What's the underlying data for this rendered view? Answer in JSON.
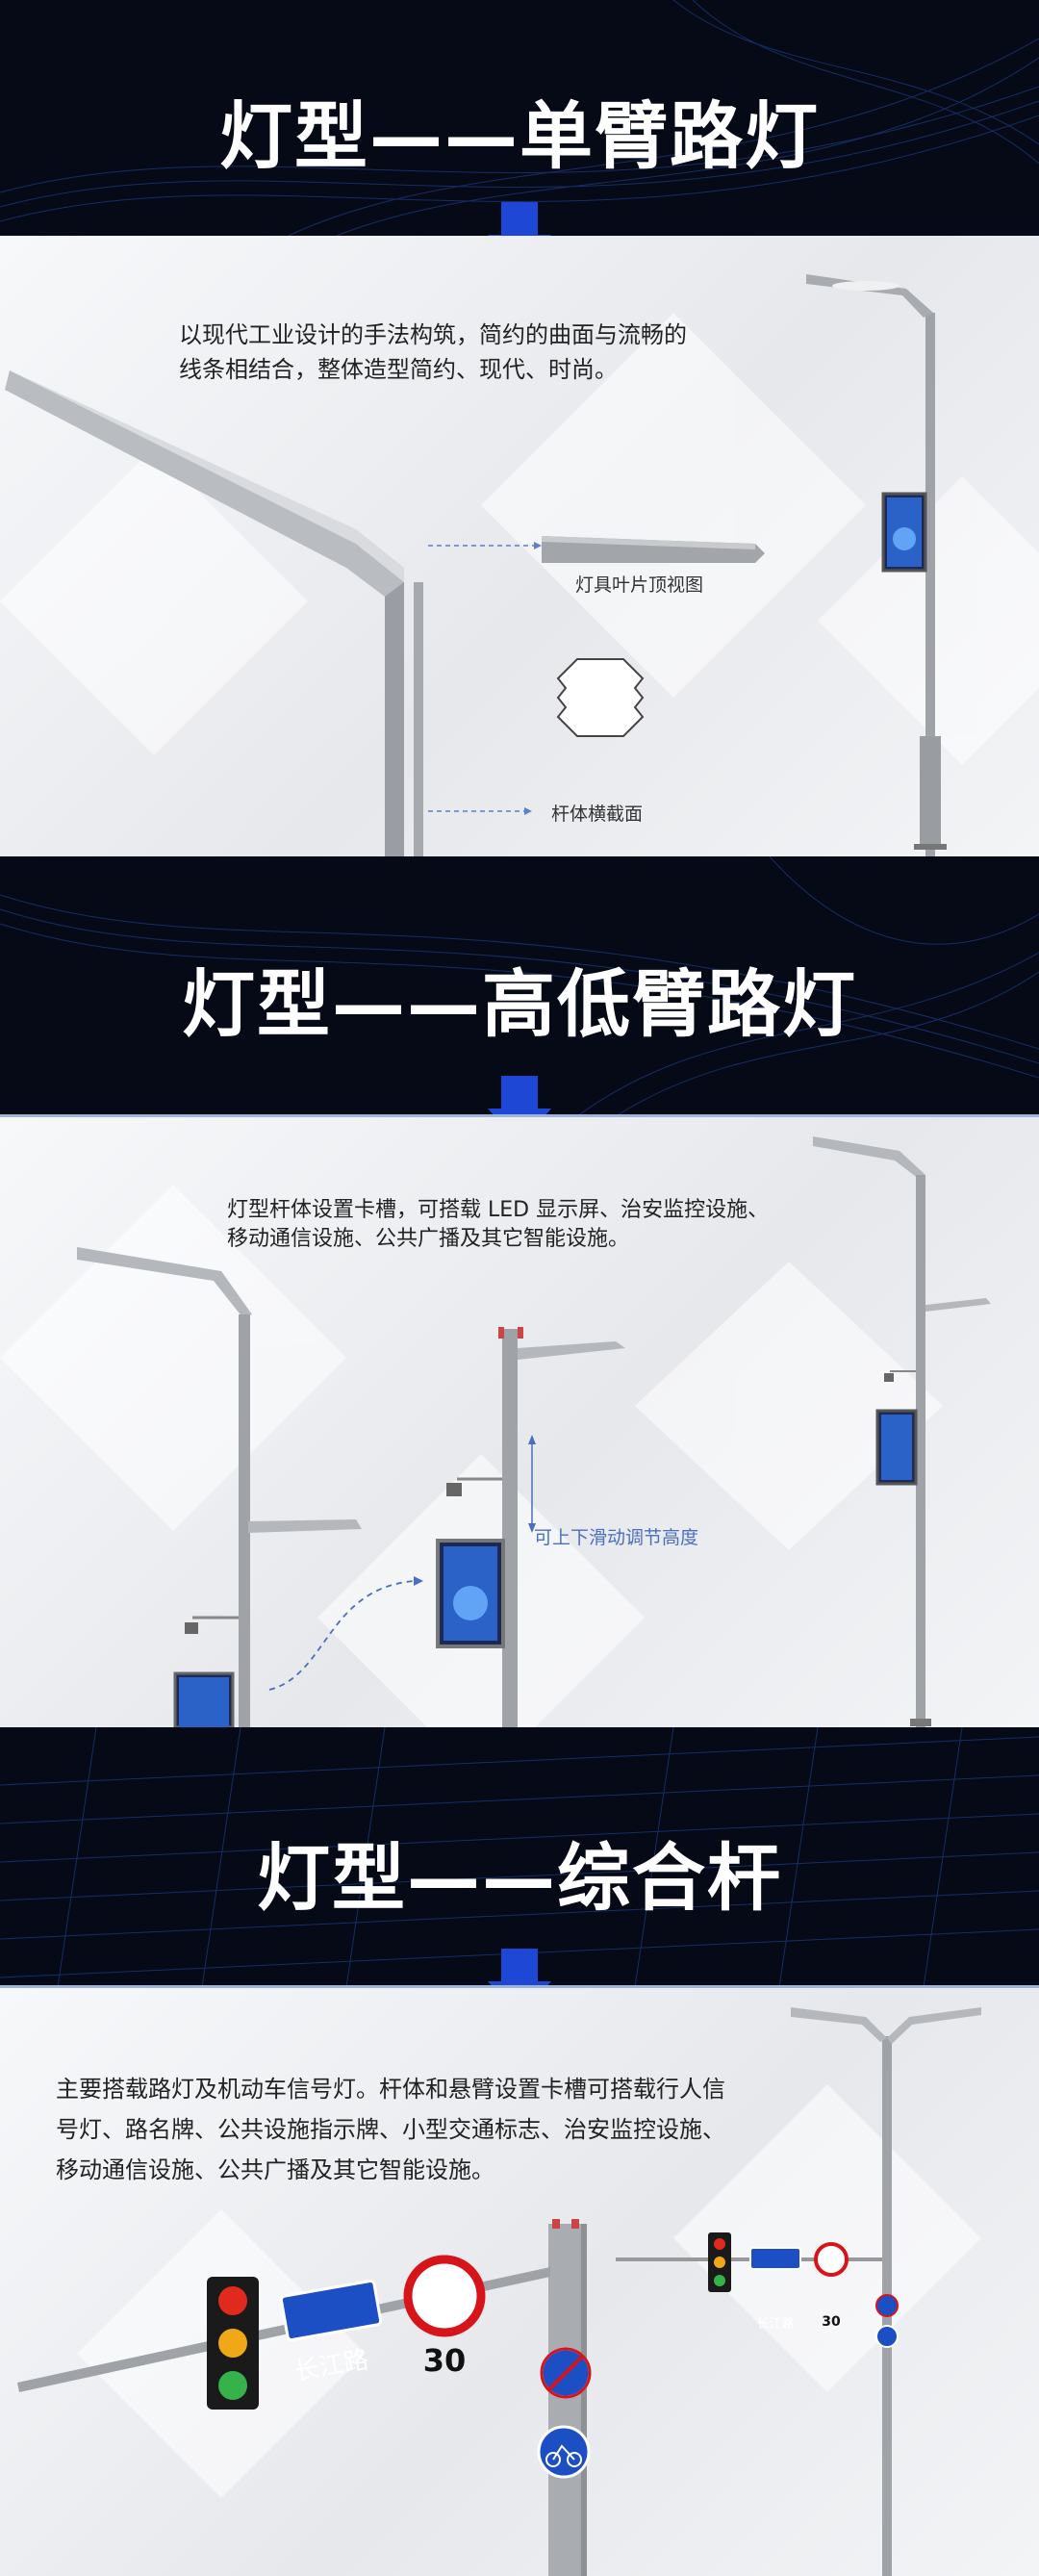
{
  "sections": [
    {
      "title": "灯型——单臂路灯",
      "description_lines": [
        "以现代工业设计的手法构筑，简约的曲面与流畅的",
        "线条相结合，整体造型简约、现代、时尚。"
      ],
      "labels": {
        "top_view": "灯具叶片顶视图",
        "cross_section": "杆体横截面"
      }
    },
    {
      "title": "灯型——高低臂路灯",
      "description_lines": [
        "灯型杆体设置卡槽，可搭载 LED 显示屏、治安监控设施、",
        "移动通信设施、公共广播及其它智能设施。"
      ],
      "labels": {
        "adjust_height": "可上下滑动调节高度"
      }
    },
    {
      "title": "灯型——综合杆",
      "description_lines": [
        "主要搭载路灯及机动车信号灯。杆体和悬臂设置卡槽可搭载行人信",
        "号灯、路名牌、公共设施指示牌、小型交通标志、治安监控设施、",
        "移动通信设施、公共广播及其它智能设施。"
      ],
      "signs": {
        "road_name": "长江路",
        "speed_limit": "30"
      }
    }
  ],
  "colors": {
    "accent_arrow": "#1f47d6",
    "dark_band": "#050a16",
    "sign_blue": "#1d4fc4",
    "speed_red": "#d8141b"
  }
}
